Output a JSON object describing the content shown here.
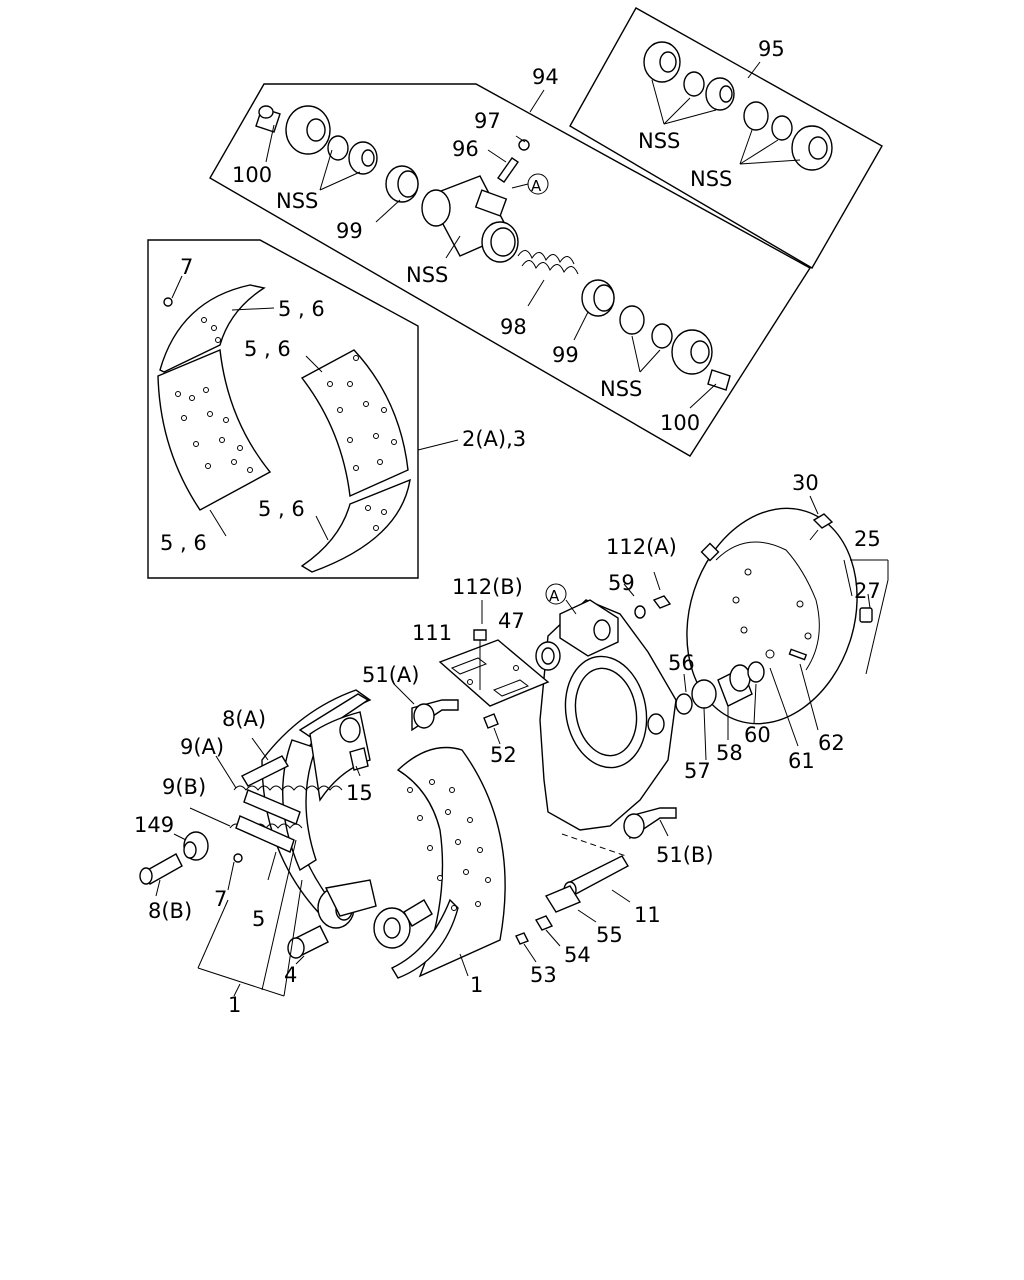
{
  "labels": {
    "l94": "94",
    "l95": "95",
    "l97": "97",
    "l96": "96",
    "l100a": "100",
    "l100b": "100",
    "lnss1": "NSS",
    "lnss2": "NSS",
    "lnss3": "NSS",
    "lnss4": "NSS",
    "lnss5": "NSS",
    "l99a": "99",
    "l99b": "99",
    "l98": "98",
    "lA1": "A",
    "lA2": "A",
    "l7a": "7",
    "l56a": "5 , 6",
    "l56b": "5 , 6",
    "l56c": "5 , 6",
    "l56d": "5 , 6",
    "l2a3": "2(A),3",
    "l30": "30",
    "l25": "25",
    "l27": "27",
    "l112a": "112(A)",
    "l112b": "112(B)",
    "l59": "59",
    "l111": "111",
    "l47": "47",
    "l51a": "51(A)",
    "l51b": "51(B)",
    "l56": "56",
    "l8a": "8(A)",
    "l9a": "9(A)",
    "l9b": "9(B)",
    "l149": "149",
    "l8b": "8(B)",
    "l7b": "7",
    "l5": "5",
    "l4": "4",
    "l1a": "1",
    "l1b": "1",
    "l15": "15",
    "l52": "52",
    "l57": "57",
    "l58": "58",
    "l60": "60",
    "l61": "61",
    "l62": "62",
    "l11": "11",
    "l55": "55",
    "l54": "54",
    "l53": "53"
  }
}
